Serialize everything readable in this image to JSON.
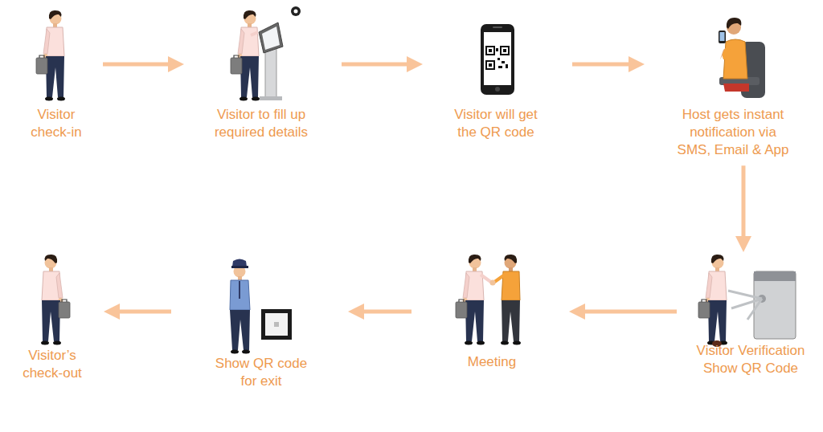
{
  "diagram": {
    "nodes": [
      {
        "text": [
          "Visitor check-in"
        ]
      },
      {
        "text": [
          "Visitor to fill up required details"
        ]
      },
      {
        "text": [
          "Visitor will get the QR code"
        ]
      },
      {
        "text": [
          "Host gets instant notification via SMS, Email & App"
        ]
      },
      {
        "text": [
          "Visitor Verification Show QR Code"
        ]
      },
      {
        "text": [
          "Meeting"
        ]
      },
      {
        "text": [
          "Show QR code for exit"
        ]
      },
      {
        "text": [
          "Visitor’s check-out"
        ]
      }
    ],
    "edges": [
      {
        "from": 0,
        "to": 1,
        "arrow": "to"
      },
      {
        "from": 1,
        "to": 2,
        "arrow": "to"
      },
      {
        "from": 2,
        "to": 3,
        "arrow": "to"
      },
      {
        "from": 3,
        "to": 4,
        "arrow": "to"
      },
      {
        "from": 4,
        "to": 5,
        "arrow": "to"
      },
      {
        "from": 5,
        "to": 6,
        "arrow": "to"
      },
      {
        "from": 6,
        "to": 7,
        "arrow": "to"
      }
    ]
  }
}
